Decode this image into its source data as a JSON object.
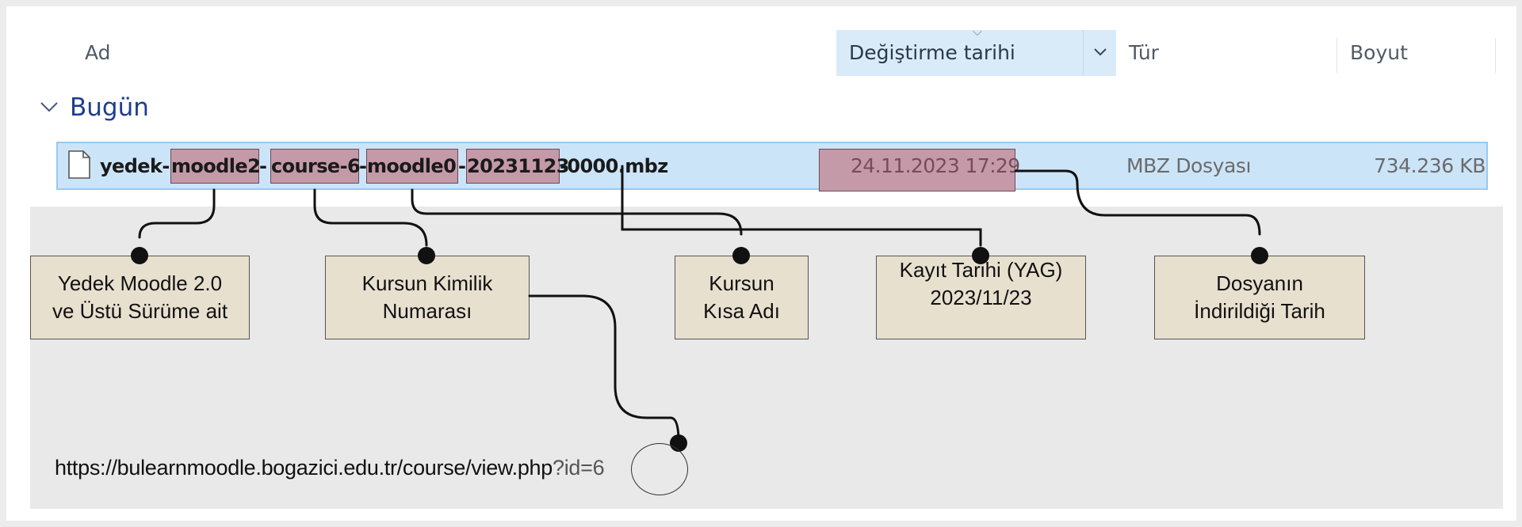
{
  "columns": {
    "name": "Ad",
    "modified": "Değiştirme tarihi",
    "type": "Tür",
    "size": "Boyut"
  },
  "group": {
    "label": "Bugün"
  },
  "file": {
    "name_parts": [
      "yedek-",
      "moodle2",
      "-",
      "course-6",
      "-",
      "moodle0",
      "-",
      "20231123",
      "-0000.mbz"
    ],
    "modified": "24.11.2023 17:29",
    "type": "MBZ Dosyası",
    "size": "734.236 KB"
  },
  "notes": [
    {
      "lines": [
        "Yedek Moodle 2.0",
        "ve Üstü Sürüme ait"
      ]
    },
    {
      "lines": [
        "Kursun Kimilik",
        "Numarası"
      ]
    },
    {
      "lines": [
        "Kursun",
        "Kısa Adı"
      ]
    },
    {
      "lines": [
        "Kayıt Tarihi (YAG)",
        "2023/11/23"
      ]
    },
    {
      "lines": [
        "Dosyanın",
        "İndirildiği Tarih"
      ]
    }
  ],
  "url": {
    "base": "https://bulearnmoodle.bogazici.edu.tr/course/view.php",
    "query": "?id=6"
  },
  "colors": {
    "highlight": "#c49aa9",
    "row_selected": "#cce4f7",
    "note_fill": "#e8e0cf",
    "group_label": "#1e3d8f"
  },
  "icons": {
    "file": "document-icon",
    "group_toggle": "chevron-down-icon",
    "sort": "sort-chevron-icon"
  }
}
